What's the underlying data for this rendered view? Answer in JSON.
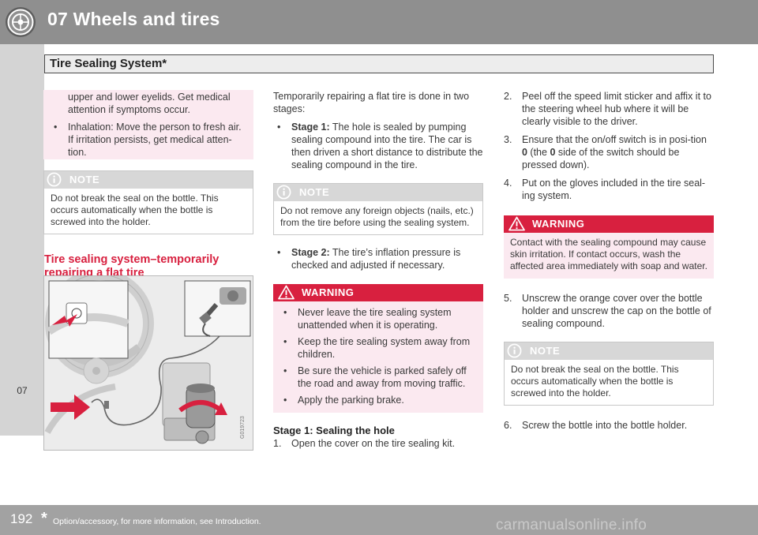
{
  "header": {
    "chapter_title": "07 Wheels and tires",
    "section_title": "Tire Sealing System*"
  },
  "sidebar": {
    "chapter_number": "07"
  },
  "footer": {
    "page_number": "192",
    "star": "*",
    "note": "Option/accessory, for more information, see Introduction.",
    "watermark": "carmanualsonline.info"
  },
  "col1": {
    "continued_text": "upper and lower eyelids. Get medical attention if symptoms occur.",
    "inhalation_bullet": "Inhalation: Move the person to fresh air. If irritation persists, get medical atten-tion.",
    "note_label": "NOTE",
    "note_text": "Do not break the seal on the bottle. This occurs automatically when the bottle is screwed into the holder.",
    "heading": "Tire sealing system–temporarily repairing a flat tire",
    "figure_code": "G019723"
  },
  "col2": {
    "intro": "Temporarily repairing a flat tire is done in two stages:",
    "stage1_label": "Stage 1:",
    "stage1_text": " The hole is sealed by pumping sealing compound into the tire. The car is then driven a short distance to distribute the sealing compound in the tire.",
    "note_label": "NOTE",
    "note_text": "Do not remove any foreign objects (nails, etc.) from the tire before using the sealing system.",
    "stage2_label": "Stage 2:",
    "stage2_text": " The tire’s inflation pressure is checked and adjusted if necessary.",
    "warning_label": "WARNING",
    "warning_items": [
      "Never leave the tire sealing system unattended when it is operating.",
      "Keep the tire sealing system away from children.",
      "Be sure the vehicle is parked safely off the road and away from moving traffic.",
      "Apply the parking brake."
    ],
    "stage_heading": "Stage 1: Sealing the hole",
    "step1_num": "1.",
    "step1_text": "Open the cover on the tire sealing kit."
  },
  "col3": {
    "step2_num": "2.",
    "step2_text": "Peel off the speed limit sticker and affix it to the steering wheel hub where it will be clearly visible to the driver.",
    "step3_num": "3.",
    "step3_a": "Ensure that the on/off switch is in posi-tion ",
    "step3_b": "0",
    "step3_c": " (the ",
    "step3_d": "0",
    "step3_e": " side of the switch should be pressed down).",
    "step4_num": "4.",
    "step4_text": "Put on the gloves included in the tire seal-ing system.",
    "warning_label": "WARNING",
    "warning_text": "Contact with the sealing compound may cause skin irritation. If contact occurs, wash the affected area immediately with soap and water.",
    "step5_num": "5.",
    "step5_text": "Unscrew the orange cover over the bottle holder and unscrew the cap on the bottle of sealing compound.",
    "note_label": "NOTE",
    "note_text": "Do not break the seal on the bottle. This occurs automatically when the bottle is screwed into the holder.",
    "step6_num": "6.",
    "step6_text": "Screw the bottle into the bottle holder."
  }
}
